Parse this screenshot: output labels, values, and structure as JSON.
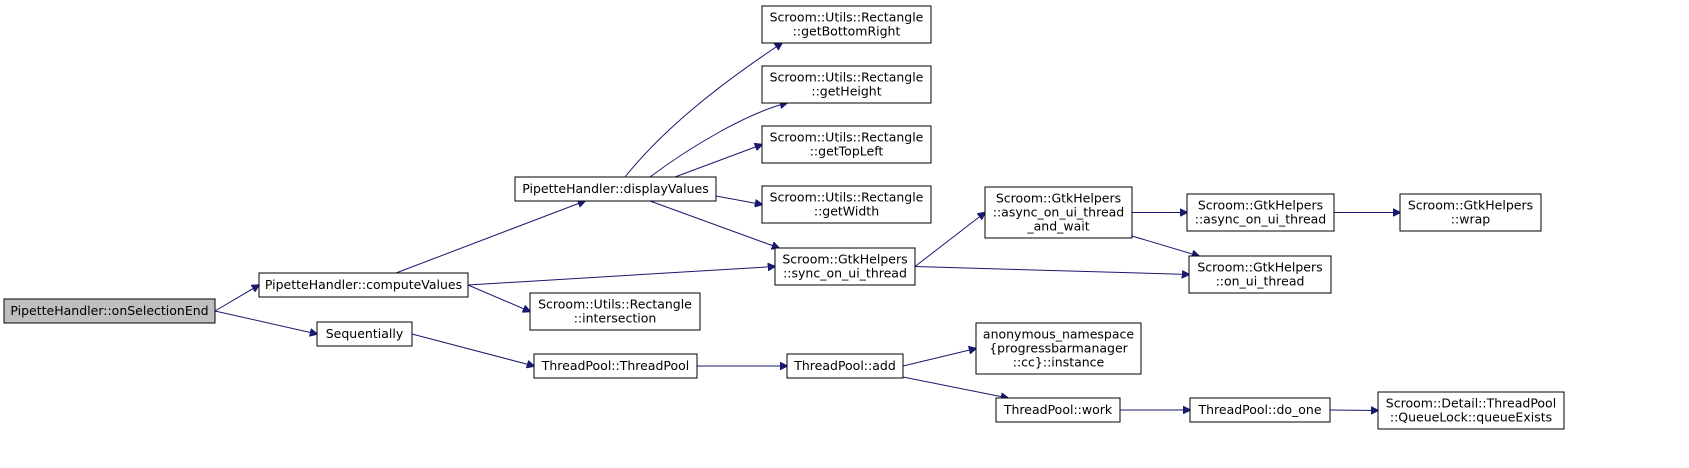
{
  "colors": {
    "edge": "#191970",
    "root_fill": "#bfbfbf",
    "node_fill": "#ffffff",
    "node_stroke": "#000000"
  },
  "nodes": [
    {
      "id": "onSelectionEnd",
      "lines": [
        "PipetteHandler::onSelectionEnd"
      ],
      "root": true
    },
    {
      "id": "computeValues",
      "lines": [
        "PipetteHandler::computeValues"
      ]
    },
    {
      "id": "sequentially",
      "lines": [
        "Sequentially"
      ]
    },
    {
      "id": "displayValues",
      "lines": [
        "PipetteHandler::displayValues"
      ]
    },
    {
      "id": "sync_on_ui_thread",
      "lines": [
        "Scroom::GtkHelpers",
        "::sync_on_ui_thread"
      ]
    },
    {
      "id": "intersection",
      "lines": [
        "Scroom::Utils::Rectangle",
        "::intersection"
      ]
    },
    {
      "id": "getBottomRight",
      "lines": [
        "Scroom::Utils::Rectangle",
        "::getBottomRight"
      ]
    },
    {
      "id": "getHeight",
      "lines": [
        "Scroom::Utils::Rectangle",
        "::getHeight"
      ]
    },
    {
      "id": "getTopLeft",
      "lines": [
        "Scroom::Utils::Rectangle",
        "::getTopLeft"
      ]
    },
    {
      "id": "getWidth",
      "lines": [
        "Scroom::Utils::Rectangle",
        "::getWidth"
      ]
    },
    {
      "id": "async_and_wait",
      "lines": [
        "Scroom::GtkHelpers",
        "::async_on_ui_thread",
        "_and_wait"
      ]
    },
    {
      "id": "async_on_ui_thread",
      "lines": [
        "Scroom::GtkHelpers",
        "::async_on_ui_thread"
      ]
    },
    {
      "id": "on_ui_thread",
      "lines": [
        "Scroom::GtkHelpers",
        "::on_ui_thread"
      ]
    },
    {
      "id": "wrap",
      "lines": [
        "Scroom::GtkHelpers",
        "::wrap"
      ]
    },
    {
      "id": "threadpool_ctor",
      "lines": [
        "ThreadPool::ThreadPool"
      ]
    },
    {
      "id": "threadpool_add",
      "lines": [
        "ThreadPool::add"
      ]
    },
    {
      "id": "cc_instance",
      "lines": [
        "anonymous_namespace",
        "{progressbarmanager",
        "::cc}::instance"
      ]
    },
    {
      "id": "threadpool_work",
      "lines": [
        "ThreadPool::work"
      ]
    },
    {
      "id": "do_one",
      "lines": [
        "ThreadPool::do_one"
      ]
    },
    {
      "id": "queueExists",
      "lines": [
        "Scroom::Detail::ThreadPool",
        "::QueueLock::queueExists"
      ]
    }
  ],
  "edges": [
    {
      "from": "onSelectionEnd",
      "to": "computeValues"
    },
    {
      "from": "onSelectionEnd",
      "to": "sequentially"
    },
    {
      "from": "computeValues",
      "to": "displayValues"
    },
    {
      "from": "computeValues",
      "to": "sync_on_ui_thread"
    },
    {
      "from": "computeValues",
      "to": "intersection"
    },
    {
      "from": "displayValues",
      "to": "getBottomRight"
    },
    {
      "from": "displayValues",
      "to": "getHeight"
    },
    {
      "from": "displayValues",
      "to": "getTopLeft"
    },
    {
      "from": "displayValues",
      "to": "getWidth"
    },
    {
      "from": "displayValues",
      "to": "sync_on_ui_thread"
    },
    {
      "from": "sync_on_ui_thread",
      "to": "async_and_wait"
    },
    {
      "from": "sync_on_ui_thread",
      "to": "on_ui_thread"
    },
    {
      "from": "async_and_wait",
      "to": "async_on_ui_thread"
    },
    {
      "from": "async_and_wait",
      "to": "on_ui_thread"
    },
    {
      "from": "async_on_ui_thread",
      "to": "wrap"
    },
    {
      "from": "sequentially",
      "to": "threadpool_ctor"
    },
    {
      "from": "threadpool_ctor",
      "to": "threadpool_add"
    },
    {
      "from": "threadpool_add",
      "to": "cc_instance"
    },
    {
      "from": "threadpool_add",
      "to": "threadpool_work"
    },
    {
      "from": "threadpool_work",
      "to": "do_one"
    },
    {
      "from": "do_one",
      "to": "queueExists"
    }
  ]
}
